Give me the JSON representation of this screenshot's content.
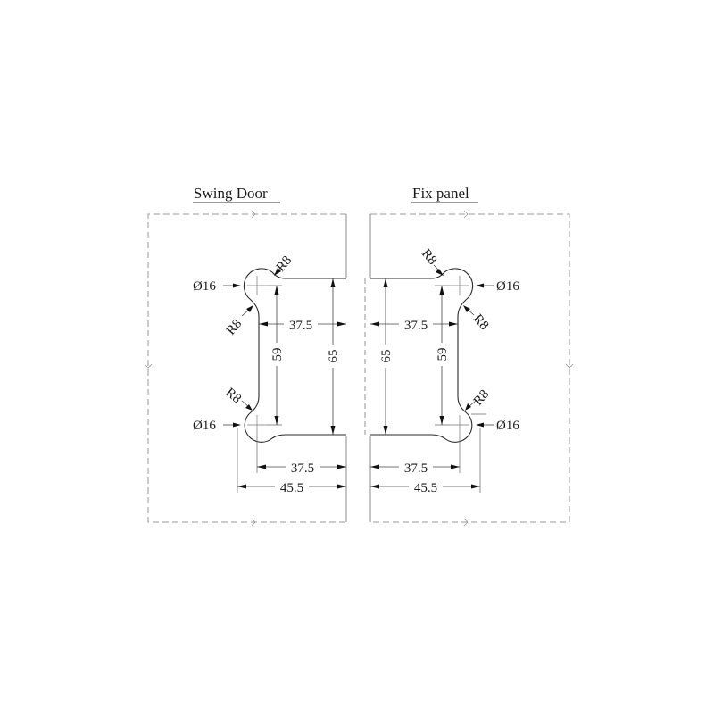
{
  "drawing": {
    "left": {
      "title": "Swing Door",
      "radius_top": "R8",
      "radius_mid_top": "R8",
      "radius_mid_bottom": "R8",
      "diameter_top": "Ø16",
      "diameter_bottom": "Ø16",
      "dim_center_offset_top": "37.5",
      "dim_vertical_inner": "59",
      "dim_vertical_outer": "65",
      "dim_center_offset_bottom": "37.5",
      "dim_overall_width": "45.5"
    },
    "right": {
      "title": "Fix panel",
      "radius_top": "R8",
      "radius_mid_top": "R8",
      "radius_mid_bottom": "R8",
      "diameter_top": "Ø16",
      "diameter_bottom": "Ø16",
      "dim_center_offset_top": "37.5",
      "dim_vertical_inner": "59",
      "dim_vertical_outer": "65",
      "dim_center_offset_bottom": "37.5",
      "dim_overall_width": "45.5"
    },
    "colors": {
      "background": "#ffffff",
      "line": "#2a2a2a",
      "panel_outline": "#9a9a9a"
    }
  }
}
